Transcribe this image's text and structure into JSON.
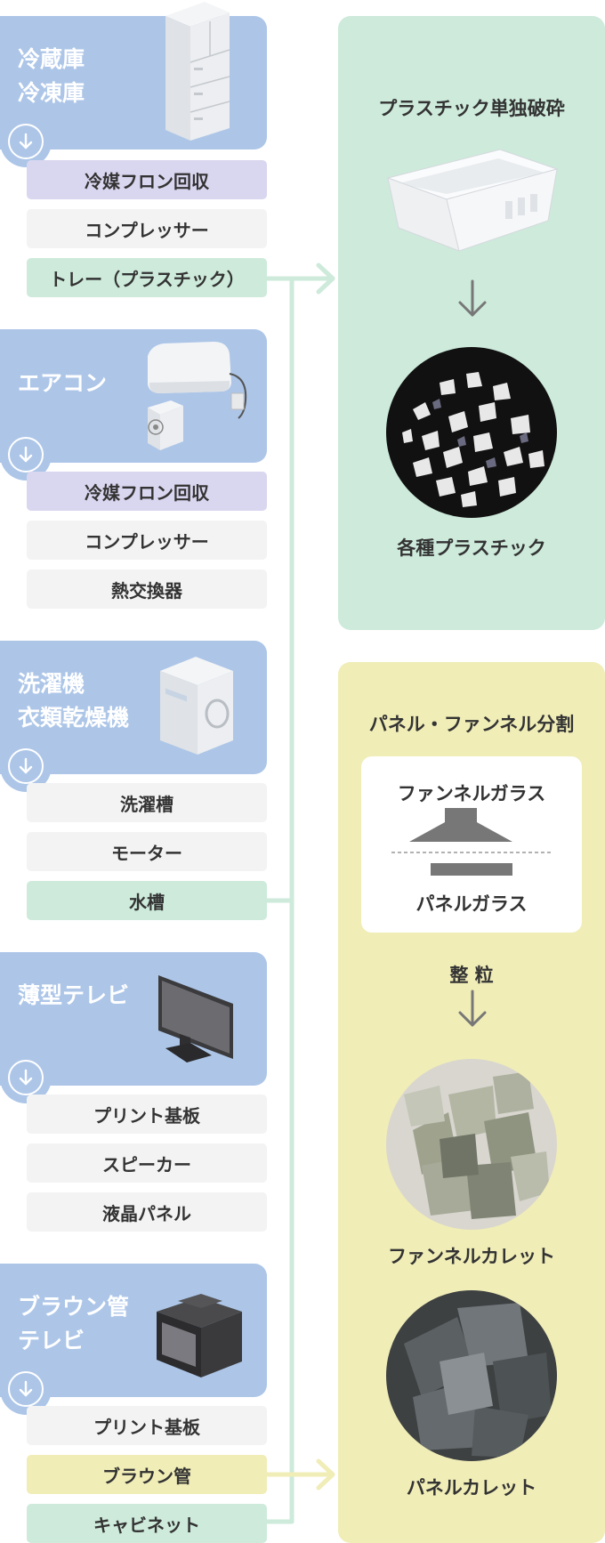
{
  "appliances": [
    {
      "title": "冷蔵庫\n冷凍庫",
      "parts": [
        "冷媒フロン回収",
        "コンプレッサー",
        "トレー（プラスチック）"
      ]
    },
    {
      "title": "エアコン",
      "parts": [
        "冷媒フロン回収",
        "コンプレッサー",
        "熱交換器"
      ]
    },
    {
      "title": "洗濯機\n衣類乾燥機",
      "parts": [
        "洗濯槽",
        "モーター",
        "水槽"
      ]
    },
    {
      "title": "薄型テレビ",
      "parts": [
        "プリント基板",
        "スピーカー",
        "液晶パネル"
      ]
    },
    {
      "title": "ブラウン管\nテレビ",
      "parts": [
        "プリント基板",
        "ブラウン管",
        "キャビネット"
      ]
    }
  ],
  "plastic_panel": {
    "heading": "プラスチック単独破砕",
    "result": "各種プラスチック"
  },
  "glass_panel": {
    "heading": "パネル・ファンネル分割",
    "funnel_glass": "ファンネルガラス",
    "panel_glass": "パネルガラス",
    "grading": "整 粒",
    "funnel_cullet": "ファンネルカレット",
    "panel_cullet": "パネルカレット"
  },
  "icons": {
    "down_arrow": "down-arrow-circle-icon",
    "flow_arrow": "right-arrow-icon"
  },
  "colors": {
    "card_blue": "#adc6e8",
    "pill_purple": "#d9d6ef",
    "pill_green": "#cdeadb",
    "pill_yellow": "#f0edb7",
    "pill_gray": "#f3f3f3",
    "connector_green": "#cdeadb"
  }
}
